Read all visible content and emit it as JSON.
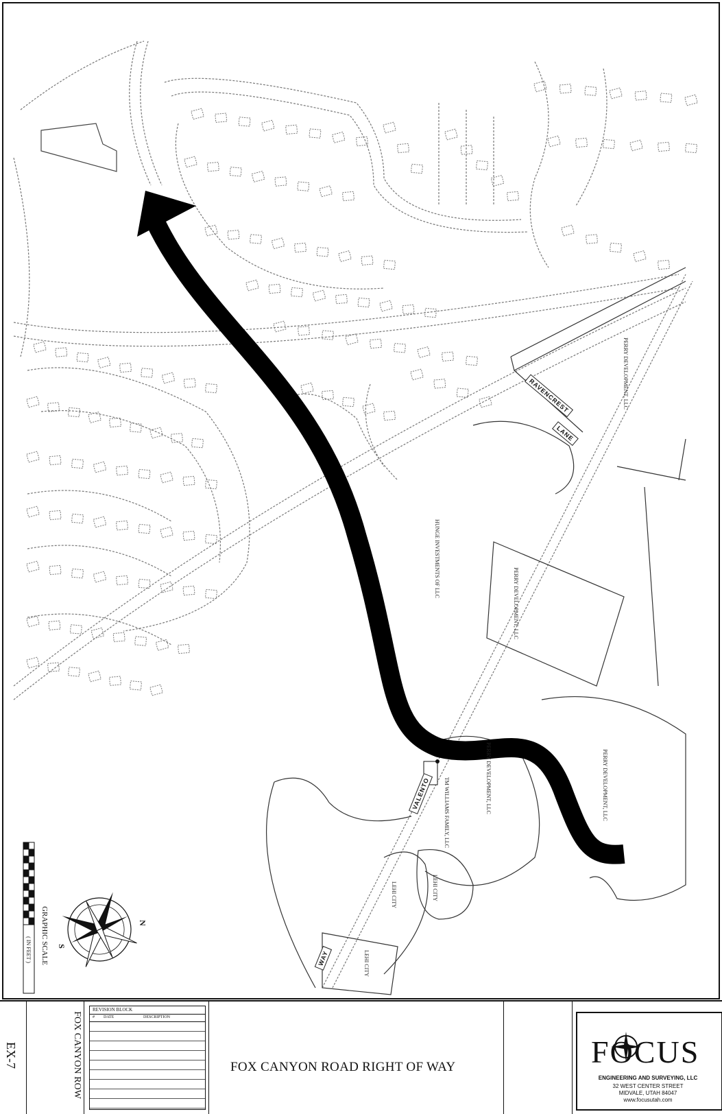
{
  "sheet": {
    "title": "FOX CANYON ROAD RIGHT OF WAY",
    "project_name": "FOX CANYON ROW",
    "sheet_number": "EX-7",
    "colors": {
      "ink": "#111111",
      "linework": "#666666",
      "route": "#000000",
      "paper": "#ffffff"
    }
  },
  "map": {
    "streets": [
      "RAVENCREST",
      "LANE",
      "VALENTO",
      "WAY"
    ],
    "parcels": [
      {
        "owner": "PERRY DEVELOPMENT, LLC"
      },
      {
        "owner": "PERRY DEVELOPMENT, LLC"
      },
      {
        "owner": "PERRY DEVELOPMENT, LLC"
      },
      {
        "owner": "PERRY DEVELOPMENT, LLC"
      },
      {
        "owner": "HUNGE INVESTMENTS OF LLC"
      },
      {
        "owner": "TM WILLIAMS FAMILY, LLC"
      },
      {
        "owner": "LEHI CITY"
      },
      {
        "owner": "LEHI CITY"
      },
      {
        "owner": "LEHI CITY"
      }
    ],
    "route_arrow": "route-arrow",
    "north_arrow": {
      "n": "N",
      "s": "S"
    },
    "graphic_scale": {
      "title": "GRAPHIC SCALE",
      "units": "( IN FEET )"
    }
  },
  "revision_block": {
    "heading": "REVISION BLOCK",
    "columns": [
      "#",
      "DATE",
      "DESCRIPTION"
    ]
  },
  "company": {
    "name": "FOCUS",
    "tagline": "ENGINEERING AND SURVEYING, LLC",
    "address": "32 WEST CENTER STREET",
    "city": "MIDVALE, UTAH 84047",
    "website": "www.focusutah.com"
  }
}
